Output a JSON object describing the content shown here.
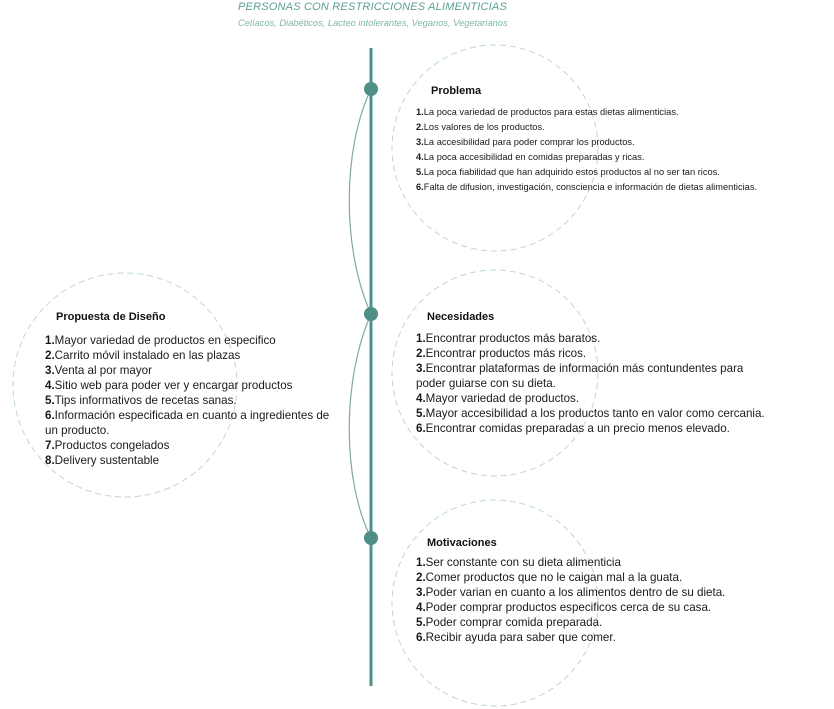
{
  "header": {
    "title": "PERSONAS CON RESTRICCIONES ALIMENTICIAS",
    "subtitle": "Celíacos, Diabéticos, Lacteo intolerantes, Veganos, Vegetarianos"
  },
  "colors": {
    "accent": "#4f8f86",
    "dashed_circle": "#bcd7d2"
  },
  "problema": {
    "title": "Problema",
    "items": [
      {
        "num": "1.",
        "text": "La poca variedad de productos para estas dietas alimenticias."
      },
      {
        "num": "2.",
        "text": "Los valores de los productos."
      },
      {
        "num": "3.",
        "text": "La accesibilidad para poder comprar los productos."
      },
      {
        "num": "4.",
        "text": "La poca accesibilidad en comidas preparadas y ricas."
      },
      {
        "num": "5.",
        "text": "La poca fiabilidad que han adquirido estos productos al no ser tan ricos."
      },
      {
        "num": "6.",
        "text": "Falta de difusion, investigación, consciencia e información de dietas alimenticias."
      }
    ]
  },
  "necesidades": {
    "title": "Necesidades",
    "items": [
      {
        "num": "1.",
        "text": "Encontrar productos más baratos."
      },
      {
        "num": "2.",
        "text": "Encontrar productos más ricos."
      },
      {
        "num": "3.",
        "text": "Encontrar plataformas de información más contundentes para poder guiarse con su dieta."
      },
      {
        "num": "4.",
        "text": "Mayor variedad de productos."
      },
      {
        "num": "5.",
        "text": "Mayor accesibilidad a los productos tanto en valor como cercania."
      },
      {
        "num": "6.",
        "text": "Encontrar comidas preparadas a un precio menos elevado."
      }
    ]
  },
  "motivaciones": {
    "title": "Motivaciones",
    "items": [
      {
        "num": "1.",
        "text": "Ser constante con su dieta alimenticia"
      },
      {
        "num": "2.",
        "text": "Comer productos que no le caigan mal a la guata."
      },
      {
        "num": "3.",
        "text": "Poder varian en cuanto a los alimentos dentro de su dieta."
      },
      {
        "num": "4.",
        "text": "Poder comprar productos especificos cerca de su casa."
      },
      {
        "num": "5.",
        "text": "Poder comprar comida preparada."
      },
      {
        "num": "6.",
        "text": "Recibir ayuda para saber que comer."
      }
    ]
  },
  "propuesta": {
    "title": "Propuesta de Diseño",
    "items": [
      {
        "num": "1.",
        "text": "Mayor variedad de productos en especifico"
      },
      {
        "num": "2.",
        "text": "Carrito móvil instalado en las plazas"
      },
      {
        "num": "3.",
        "text": "Venta al por mayor"
      },
      {
        "num": "4.",
        "text": "Sitio web para poder ver y encargar productos"
      },
      {
        "num": "5.",
        "text": "Tips informativos de recetas sanas."
      },
      {
        "num": "6.",
        "text": "Información especificada en cuanto a ingredientes de un producto."
      },
      {
        "num": "7.",
        "text": "Productos congelados"
      },
      {
        "num": "8.",
        "text": "Delivery sustentable"
      }
    ]
  }
}
